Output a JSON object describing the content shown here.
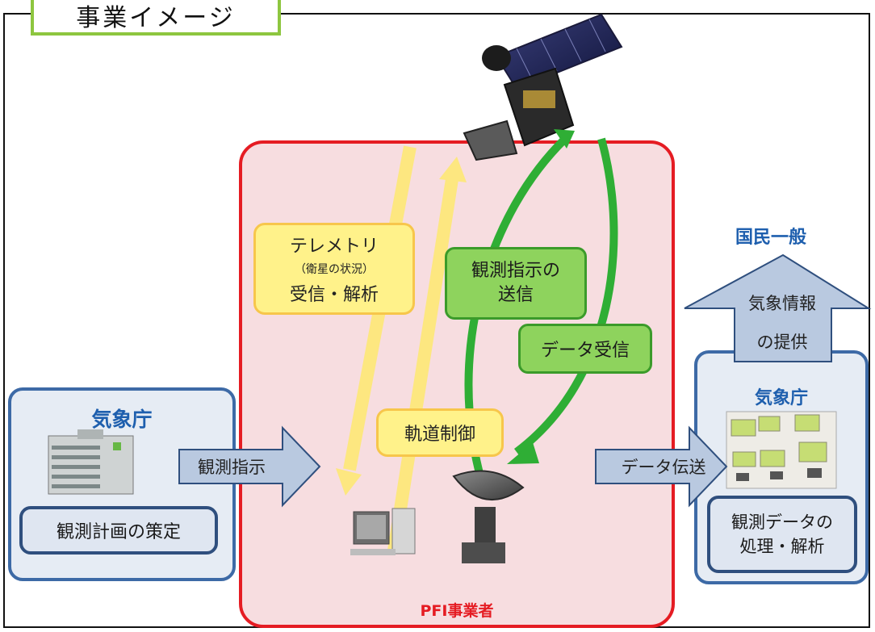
{
  "title": "事業イメージ",
  "pfi": {
    "label": "PFI事業者"
  },
  "jma_left": {
    "title": "気象庁",
    "plan_label": "観測計画の策定"
  },
  "arrows": {
    "observation_instruction": "観測指示",
    "data_transfer": "データ伝送",
    "weather_info_line1": "気象情報",
    "weather_info_line2": "の提供"
  },
  "labels": {
    "telemetry_line1": "テレメトリ",
    "telemetry_line2": "（衛星の状況）",
    "telemetry_line3": "受信・解析",
    "orbit_control": "軌道制御",
    "obs_send_line1": "観測指示の",
    "obs_send_line2": "送信",
    "data_receive": "データ受信"
  },
  "public": {
    "label": "国民一般"
  },
  "jma_right": {
    "title": "気象庁",
    "process_line1": "観測データの",
    "process_line2": "処理・解析"
  },
  "colors": {
    "pfi_border": "#e51c23",
    "blue": "#1e5fae",
    "yellow": "#f7c64b",
    "green": "#3b9b2a",
    "title_border": "#8dc63f"
  }
}
